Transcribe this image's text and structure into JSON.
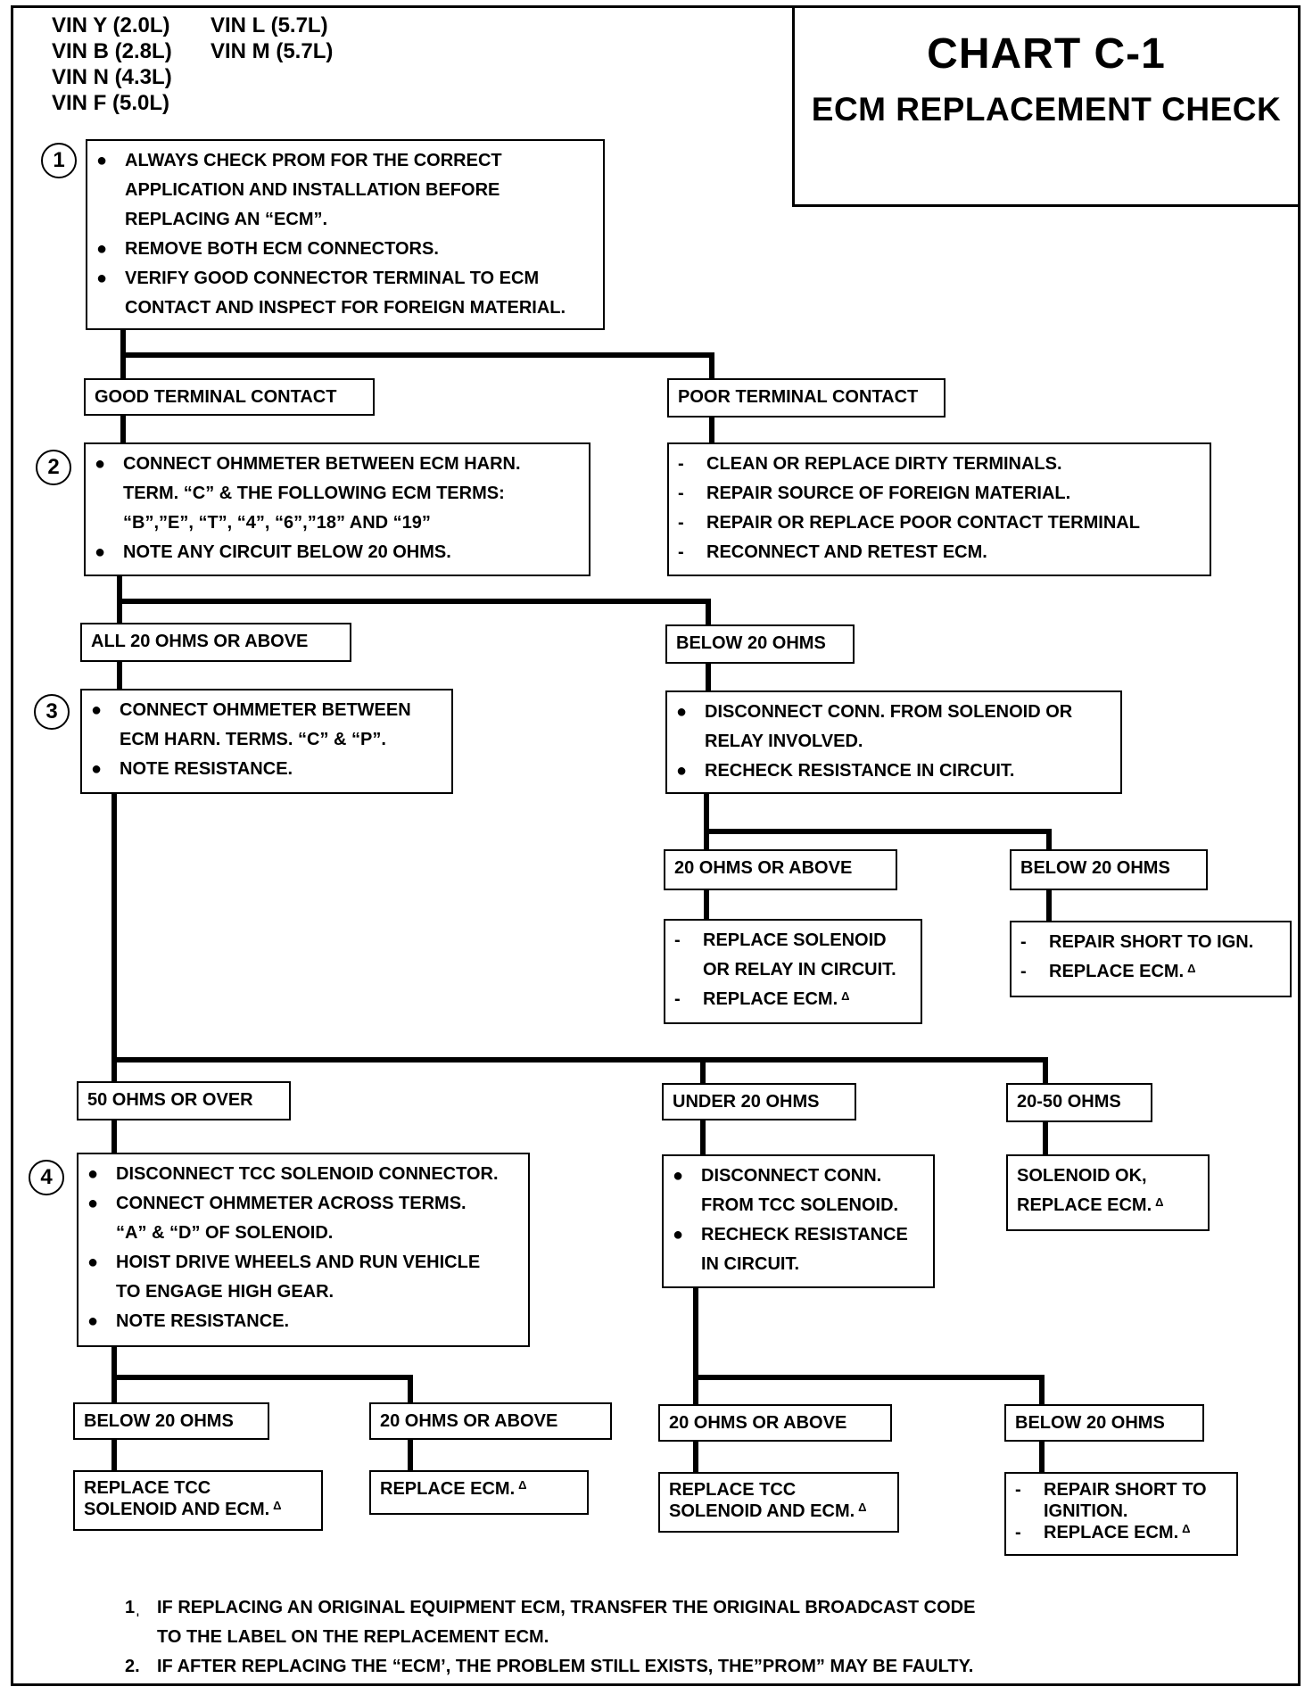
{
  "vin_codes": {
    "left": [
      "VIN Y (2.0L)",
      "VIN B (2.8L)",
      "VIN N (4.3L)",
      "VIN F (5.0L)"
    ],
    "right": [
      "VIN L  (5.7L)",
      "VIN M (5.7L)"
    ]
  },
  "title": {
    "chart": "CHART C-1",
    "subtitle": "ECM REPLACEMENT CHECK"
  },
  "steps": [
    "1",
    "2",
    "3",
    "4"
  ],
  "delta_symbol": "Δ",
  "boxes": {
    "step1": [
      "ALWAYS CHECK PROM FOR THE CORRECT",
      "APPLICATION AND INSTALLATION BEFORE",
      "REPLACING AN “ECM”.",
      "REMOVE BOTH ECM CONNECTORS.",
      "VERIFY GOOD CONNECTOR TERMINAL TO ECM",
      "CONTACT AND INSPECT FOR FOREIGN MATERIAL."
    ],
    "good_contact": "GOOD TERMINAL CONTACT",
    "poor_contact": "POOR TERMINAL CONTACT",
    "step2": [
      "CONNECT OHMMETER BETWEEN ECM HARN.",
      "TERM. “C” & THE FOLLOWING ECM TERMS:",
      "“B”,”E”, “T”, “4”, “6”,”18” AND “19”",
      "NOTE ANY CIRCUIT BELOW 20 OHMS."
    ],
    "poor_actions": [
      "CLEAN OR REPLACE DIRTY TERMINALS.",
      "REPAIR SOURCE OF FOREIGN MATERIAL.",
      "REPAIR OR REPLACE POOR CONTACT TERMINAL",
      "RECONNECT AND RETEST ECM."
    ],
    "all20_above": "ALL 20 OHMS OR ABOVE",
    "below20_a": "BELOW 20 OHMS",
    "step3": [
      "CONNECT OHMMETER BETWEEN",
      "ECM HARN. TERMS. “C” & “P”.",
      "NOTE RESISTANCE."
    ],
    "disconnect_relay": [
      "DISCONNECT CONN. FROM SOLENOID OR",
      "RELAY INVOLVED.",
      "RECHECK RESISTANCE IN CIRCUIT."
    ],
    "ohms20_above_a": "20 OHMS OR ABOVE",
    "below20_b": "BELOW 20 OHMS",
    "replace_solenoid": [
      "REPLACE SOLENOID",
      "OR RELAY IN CIRCUIT.",
      "REPLACE ECM."
    ],
    "repair_short_ign": [
      "REPAIR SHORT TO IGN.",
      "REPLACE ECM."
    ],
    "ohms50_over": "50 OHMS OR OVER",
    "under20": "UNDER  20 OHMS",
    "ohms20_50": "20-50 OHMS",
    "step4": [
      "DISCONNECT TCC SOLENOID CONNECTOR.",
      "CONNECT OHMMETER ACROSS TERMS.",
      "“A” & “D” OF SOLENOID.",
      "HOIST DRIVE WHEELS AND RUN VEHICLE",
      "TO ENGAGE HIGH GEAR.",
      "NOTE RESISTANCE."
    ],
    "disconnect_tcc": [
      "DISCONNECT CONN.",
      "FROM TCC SOLENOID.",
      "RECHECK RESISTANCE",
      "IN CIRCUIT."
    ],
    "solenoid_ok": [
      "SOLENOID OK,",
      "REPLACE ECM."
    ],
    "below20_c": "BELOW 20 OHMS",
    "ohms20_above_b": "20 OHMS OR ABOVE",
    "ohms20_above_c": "20 OHMS OR ABOVE",
    "below20_d": "BELOW 20 OHMS",
    "replace_tcc_a": [
      "REPLACE TCC",
      "SOLENOID AND ECM."
    ],
    "replace_ecm": "REPLACE ECM.",
    "replace_tcc_b": [
      "REPLACE TCC",
      "SOLENOID AND ECM."
    ],
    "repair_short_ignition": [
      "REPAIR SHORT TO",
      "IGNITION.",
      "REPLACE ECM."
    ]
  },
  "notes": [
    {
      "num": "1ˌ",
      "lines": [
        "IF REPLACING AN ORIGINAL EQUIPMENT ECM, TRANSFER THE ORIGINAL BROADCAST CODE",
        "TO THE LABEL ON THE REPLACEMENT ECM."
      ]
    },
    {
      "num": "2.",
      "lines": [
        "IF AFTER REPLACING THE “ECM’, THE PROBLEM STILL EXISTS, THE”PROM” MAY BE FAULTY."
      ]
    }
  ]
}
